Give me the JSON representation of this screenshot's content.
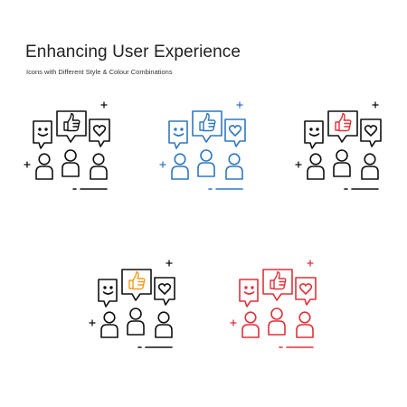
{
  "header": {
    "title": "Enhancing User Experience",
    "subtitle": "Icons with Different Style & Colour Combinations"
  },
  "icons": [
    {
      "name": "user-experience-icon",
      "variant": "black-outline",
      "line_color": "#111111",
      "thumb_color": "#111111"
    },
    {
      "name": "user-experience-icon",
      "variant": "blue-outline",
      "line_color": "#2f78c0",
      "thumb_color": "#2f78c0"
    },
    {
      "name": "user-experience-icon",
      "variant": "black-with-red-thumb",
      "line_color": "#111111",
      "thumb_color": "#e0313a"
    },
    {
      "name": "user-experience-icon",
      "variant": "black-with-orange-thumb",
      "line_color": "#111111",
      "thumb_color": "#f29b1d"
    },
    {
      "name": "user-experience-icon",
      "variant": "red-outline",
      "line_color": "#e0313a",
      "thumb_color": "#e0313a"
    }
  ]
}
